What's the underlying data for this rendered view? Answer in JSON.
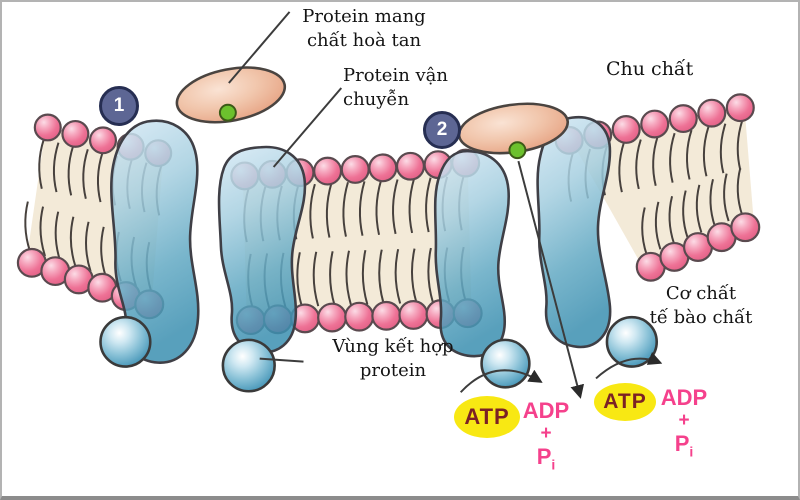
{
  "diagram": {
    "labels": {
      "solute_binding_protein": {
        "line1": "Protein mang",
        "line2": "chất hoà tan"
      },
      "transport_protein": {
        "line1": "Protein vận",
        "line2": "chuyễn"
      },
      "periplasm": "Chu chất",
      "cytoplasmic_substrate": {
        "line1": "Cơ chất",
        "line2": "tế bào chất"
      },
      "protein_binding_region": {
        "line1": "Vùng kết hợp",
        "line2": "protein"
      }
    },
    "steps": {
      "step1": "1",
      "step2": "2"
    },
    "energy": {
      "atp": "ATP",
      "adp": "ADP",
      "plus": "+",
      "p": "P",
      "i_sub": "i"
    },
    "colors": {
      "lipid_head_pink": "#ee7296",
      "membrane_beige": "#f3ead8",
      "protein_blue": "#5fa8c2",
      "carrier_salmon": "#eec0a4",
      "site_green": "#6cc12d",
      "atp_yellow": "#f8e813",
      "atp_text": "#7b2125",
      "adp_pink": "#f5418c",
      "badge_blue": "#5d6694",
      "label_black": "#141414"
    }
  }
}
